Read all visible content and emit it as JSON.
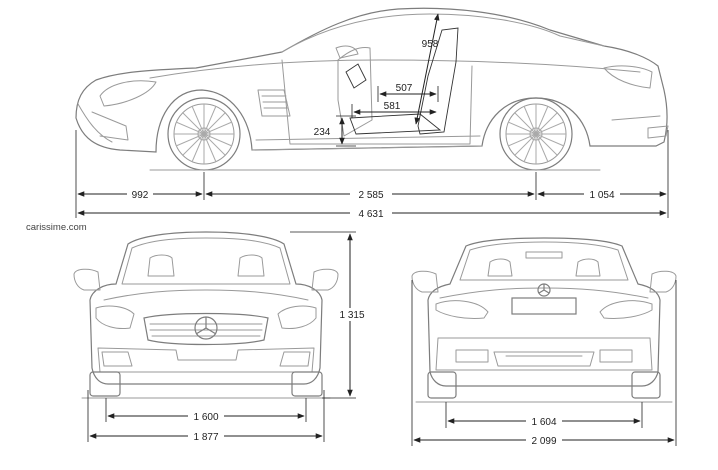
{
  "watermark": "carissime.com",
  "dimensions": {
    "front_overhang": "992",
    "wheelbase": "2 585",
    "rear_overhang": "1 054",
    "overall_length": "4 631",
    "headroom": "958",
    "legroom_upper": "507",
    "legroom_lower": "581",
    "seat_height": "234",
    "front_height": "1 315",
    "front_track": "1 600",
    "body_width": "1 877",
    "rear_track": "1 604",
    "width_with_mirrors": "2 099"
  }
}
